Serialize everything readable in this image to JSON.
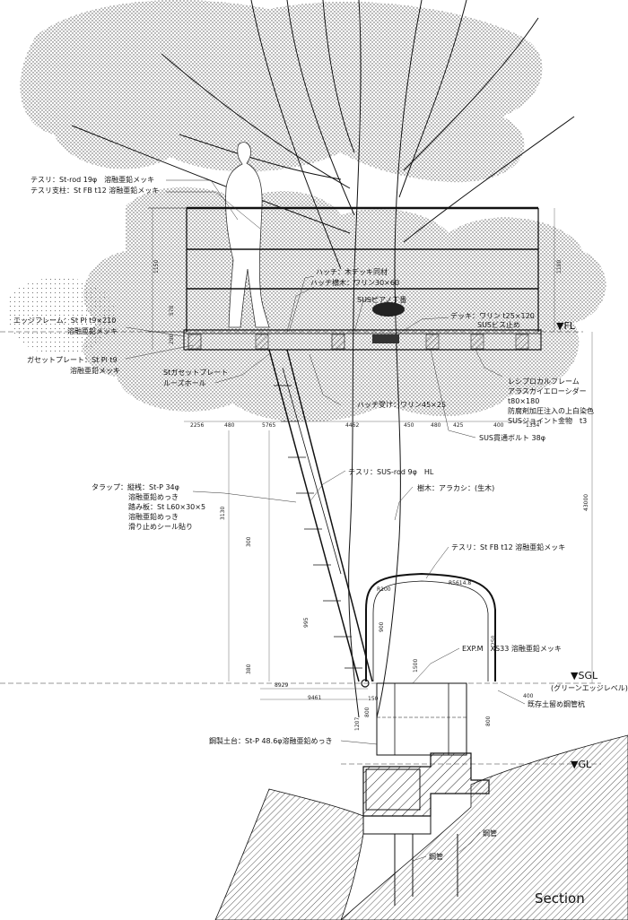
{
  "labels": {
    "tesuri_rod": "テスリ：St-rod 19φ　溶融亜鉛メッキ",
    "tesuri_shichu": "テスリ支柱：St FB t12 溶融亜鉛メッキ",
    "hatch1": "ハッチ：木デッキ同材",
    "hatch2": "ハッチ横木：ワリン30×60",
    "sus_piano": "SUSピアノ丁番",
    "deck1": "デッキ：ワリン t25×120",
    "deck2": "SUSビス止め",
    "edge1": "エッジフレーム：St Pl t9×210",
    "edge2": "溶融亜鉛メッキ",
    "gusset1": "ガセットプレート：St Pl t9",
    "gusset2": "溶融亜鉛メッキ",
    "st_gusset1": "Stガセットプレート",
    "st_gusset2": "ルーズホール",
    "recip1": "レシプロカルフレーム",
    "recip2": "アラスカイエローシダー",
    "recip3": "t80×180",
    "recip4": "防腐剤加圧注入の上白染色",
    "recip5": "SUSジョイント金物　t3",
    "hatch_uke": "ハッチ受け：ワリン45×25",
    "sus_bolt": "SUS貫通ボルト 38φ",
    "tesuri_sus": "テスリ：SUS-rod 9φ　HL",
    "jumoku": "樹木：アラカシ：(生木)",
    "trap1": "タラップ：縦桟：St-P 34φ",
    "trap2": "溶融亜鉛めっき",
    "trap3": "踏み板：St L60×30×5",
    "trap4": "溶融亜鉛めっき",
    "trap5": "滑り止めシール貼り",
    "tesuri_fb": "テスリ：St FB t12 溶融亜鉛メッキ",
    "expm": "EXP.M　XS33 溶融亜鉛メッキ",
    "kizon": "既存土留め鋼管杭",
    "kosei": "鋼製土台：St-P 48.6φ溶融亜鉛めっき",
    "kokan1": "鋼管",
    "kokan2": "鋼管",
    "fl": "▼FL",
    "sgl": "▼SGL",
    "sgl_note": "(グリーンエッジレベル)",
    "gl": "▼GL",
    "section": "Section"
  },
  "dims": {
    "d1150": "1150",
    "d1100": "1100",
    "d570": "570",
    "d290": "290",
    "d5765": "5765",
    "d4462": "4462",
    "d480a": "480",
    "d450": "450",
    "d480b": "480",
    "d425": "425",
    "d400": "400",
    "d1334": "1334",
    "d2256": "2256",
    "d3130": "3130",
    "d43000": "43000",
    "d380": "380",
    "d995": "995",
    "d300": "300",
    "d8929": "8929",
    "d9461": "9461",
    "d150": "150",
    "d800a": "800",
    "d800b": "800",
    "d1207": "1207",
    "d900": "900",
    "d250": "250",
    "r100": "R100",
    "r5614": "R5614.8",
    "d1500": "1500",
    "d400b": "400"
  }
}
